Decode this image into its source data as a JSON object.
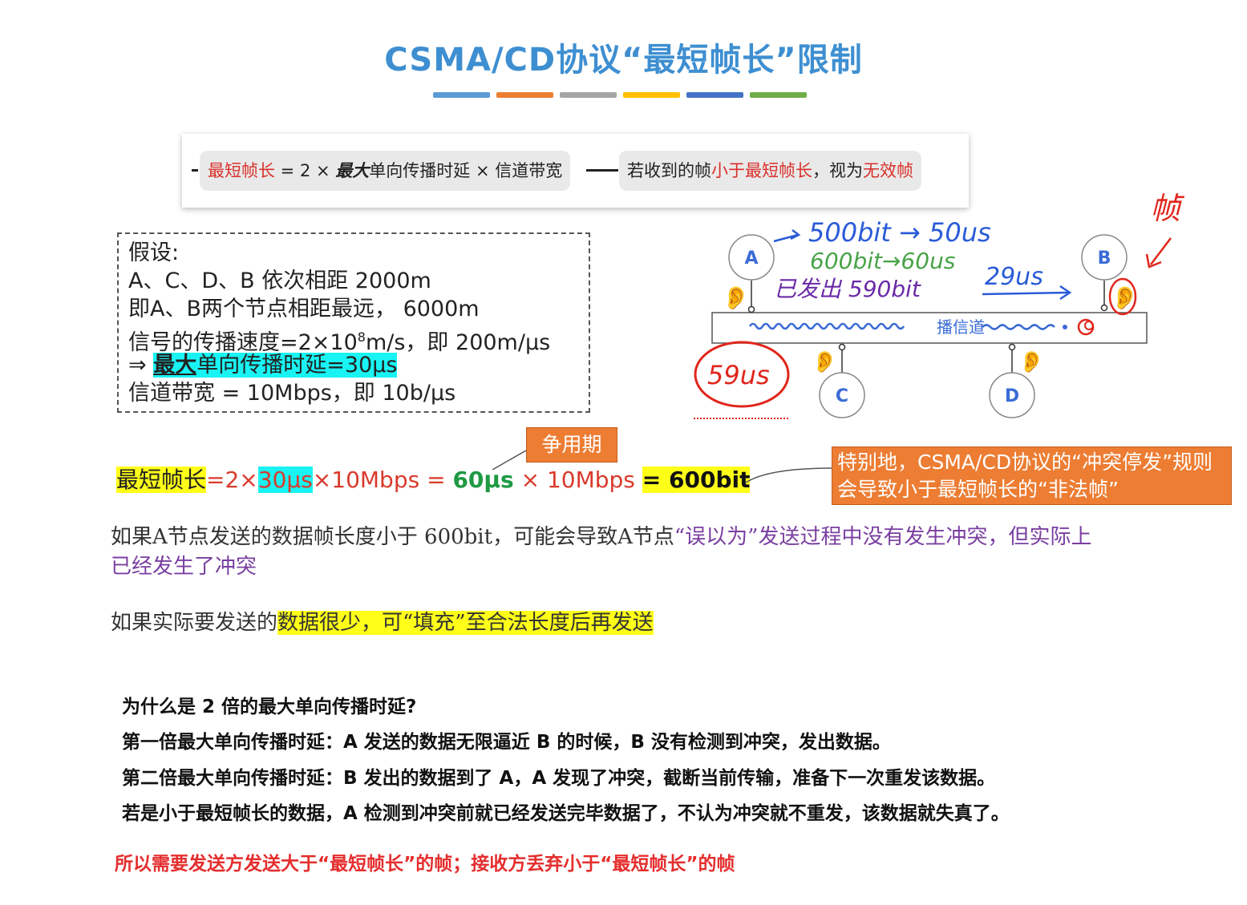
{
  "title": "CSMA/CD协议“最短帧长”限制",
  "title_bar_colors": [
    "#5b9bd5",
    "#ed7d31",
    "#a5a5a5",
    "#ffc000",
    "#4472c4",
    "#70ad47"
  ],
  "formula_strip": {
    "left_term": "最短帧长",
    "left_eq": " = 2 × ",
    "left_max": "最大",
    "left_rest": "单向传播时延 × 信道带宽",
    "right_a": "若收到的帧",
    "right_b": "小于最短帧长",
    "right_c": "，视为",
    "right_d": "无效帧"
  },
  "assumption": {
    "l1": "假设:",
    "l2": "A、C、D、B 依次相距 2000m",
    "l3": "即A、B两个节点相距最远， 6000m",
    "l4_a": "信号的传播速度=2×10",
    "l4_sup": "8",
    "l4_b": "m/s，即 200m/μs",
    "l5_arrow": "⇒ ",
    "l5_max": "最大",
    "l5_rest": "单向传播时延=30μs",
    "l6": "信道带宽 = 10Mbps，即 10b/μs"
  },
  "diagram": {
    "node_a": "A",
    "node_b": "B",
    "node_c": "C",
    "node_d": "D",
    "channel_label": "播信道",
    "note_500": "500bit → 50us",
    "note_600": "600bit→60us",
    "note_sent": "已发出 590bit",
    "note_29": "29us",
    "note_59": "59us",
    "note_frame": "帧"
  },
  "formula_line": {
    "term": "最短帧长",
    "p1": "=2×",
    "p2": "30μs",
    "p3": "×10Mbps = ",
    "p4": "60μs",
    "p5": " × 10Mbps ",
    "p6": " = 600bit"
  },
  "contention_label": "争用期",
  "special_note": "特别地，CSMA/CD协议的“冲突停发”规则会导致小于最短帧长的“非法帧”",
  "para1": {
    "a": "如果A节点发送的数据帧长度小于 600bit，可能会导致A节点",
    "b": "“误以为”发送过程中没有发生冲突，但实际上已经发生了冲突"
  },
  "para2": {
    "a": "如果实际要发送的",
    "b": "数据很少，可“填充”至合法长度后再发送"
  },
  "why": {
    "q": "为什么是 2 倍的最大单向传播时延?",
    "l1": "第一倍最大单向传播时延：A 发送的数据无限逼近 B 的时候，B 没有检测到冲突，发出数据。",
    "l2": "第二倍最大单向传播时延：B 发出的数据到了 A，A 发现了冲突，截断当前传输，准备下一次重发该数据。",
    "l3": "若是小于最短帧长的数据，A 检测到冲突前就已经发送完毕数据了，不认为冲突就不重发，该数据就失真了。"
  },
  "conclusion": "所以需要发送方发送大于“最短帧长”的帧；接收方丢弃小于“最短帧长”的帧"
}
